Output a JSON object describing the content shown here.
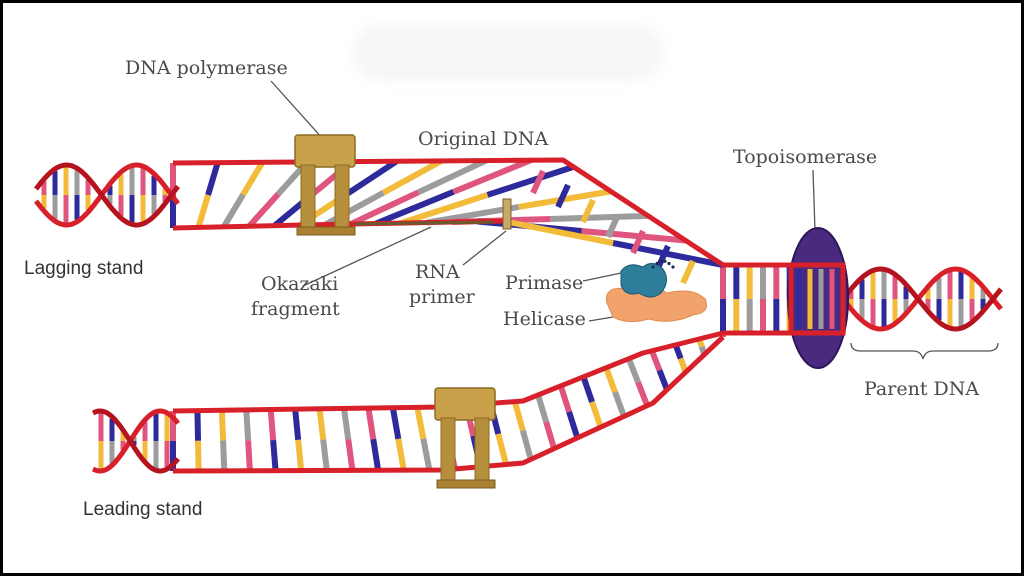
{
  "labels": {
    "dna_polymerase": "DNA polymerase",
    "original_dna": "Original DNA",
    "topoisomerase": "Topoisomerase",
    "lagging_strand": "Lagging stand",
    "okazaki_1": "Okazaki",
    "okazaki_2": "fragment",
    "rna_1": "RNA",
    "rna_2": "primer",
    "primase": "Primase",
    "helicase": "Helicase",
    "parent_dna": "Parent DNA",
    "leading_strand": "Leading stand"
  },
  "colors": {
    "backbone": "#d8202a",
    "base_pink": "#e0557e",
    "base_blue": "#2d2a9c",
    "base_yellow": "#f2bb3a",
    "base_grey": "#9c9c9c",
    "polymerase": "#c9a14a",
    "topoisomerase": "#4a2a7f",
    "primase": "#2e7d9a",
    "helicase": "#f2a36c"
  },
  "icons": [
    "dna-polymerase-icon",
    "topoisomerase-icon",
    "primase-icon",
    "helicase-icon"
  ]
}
